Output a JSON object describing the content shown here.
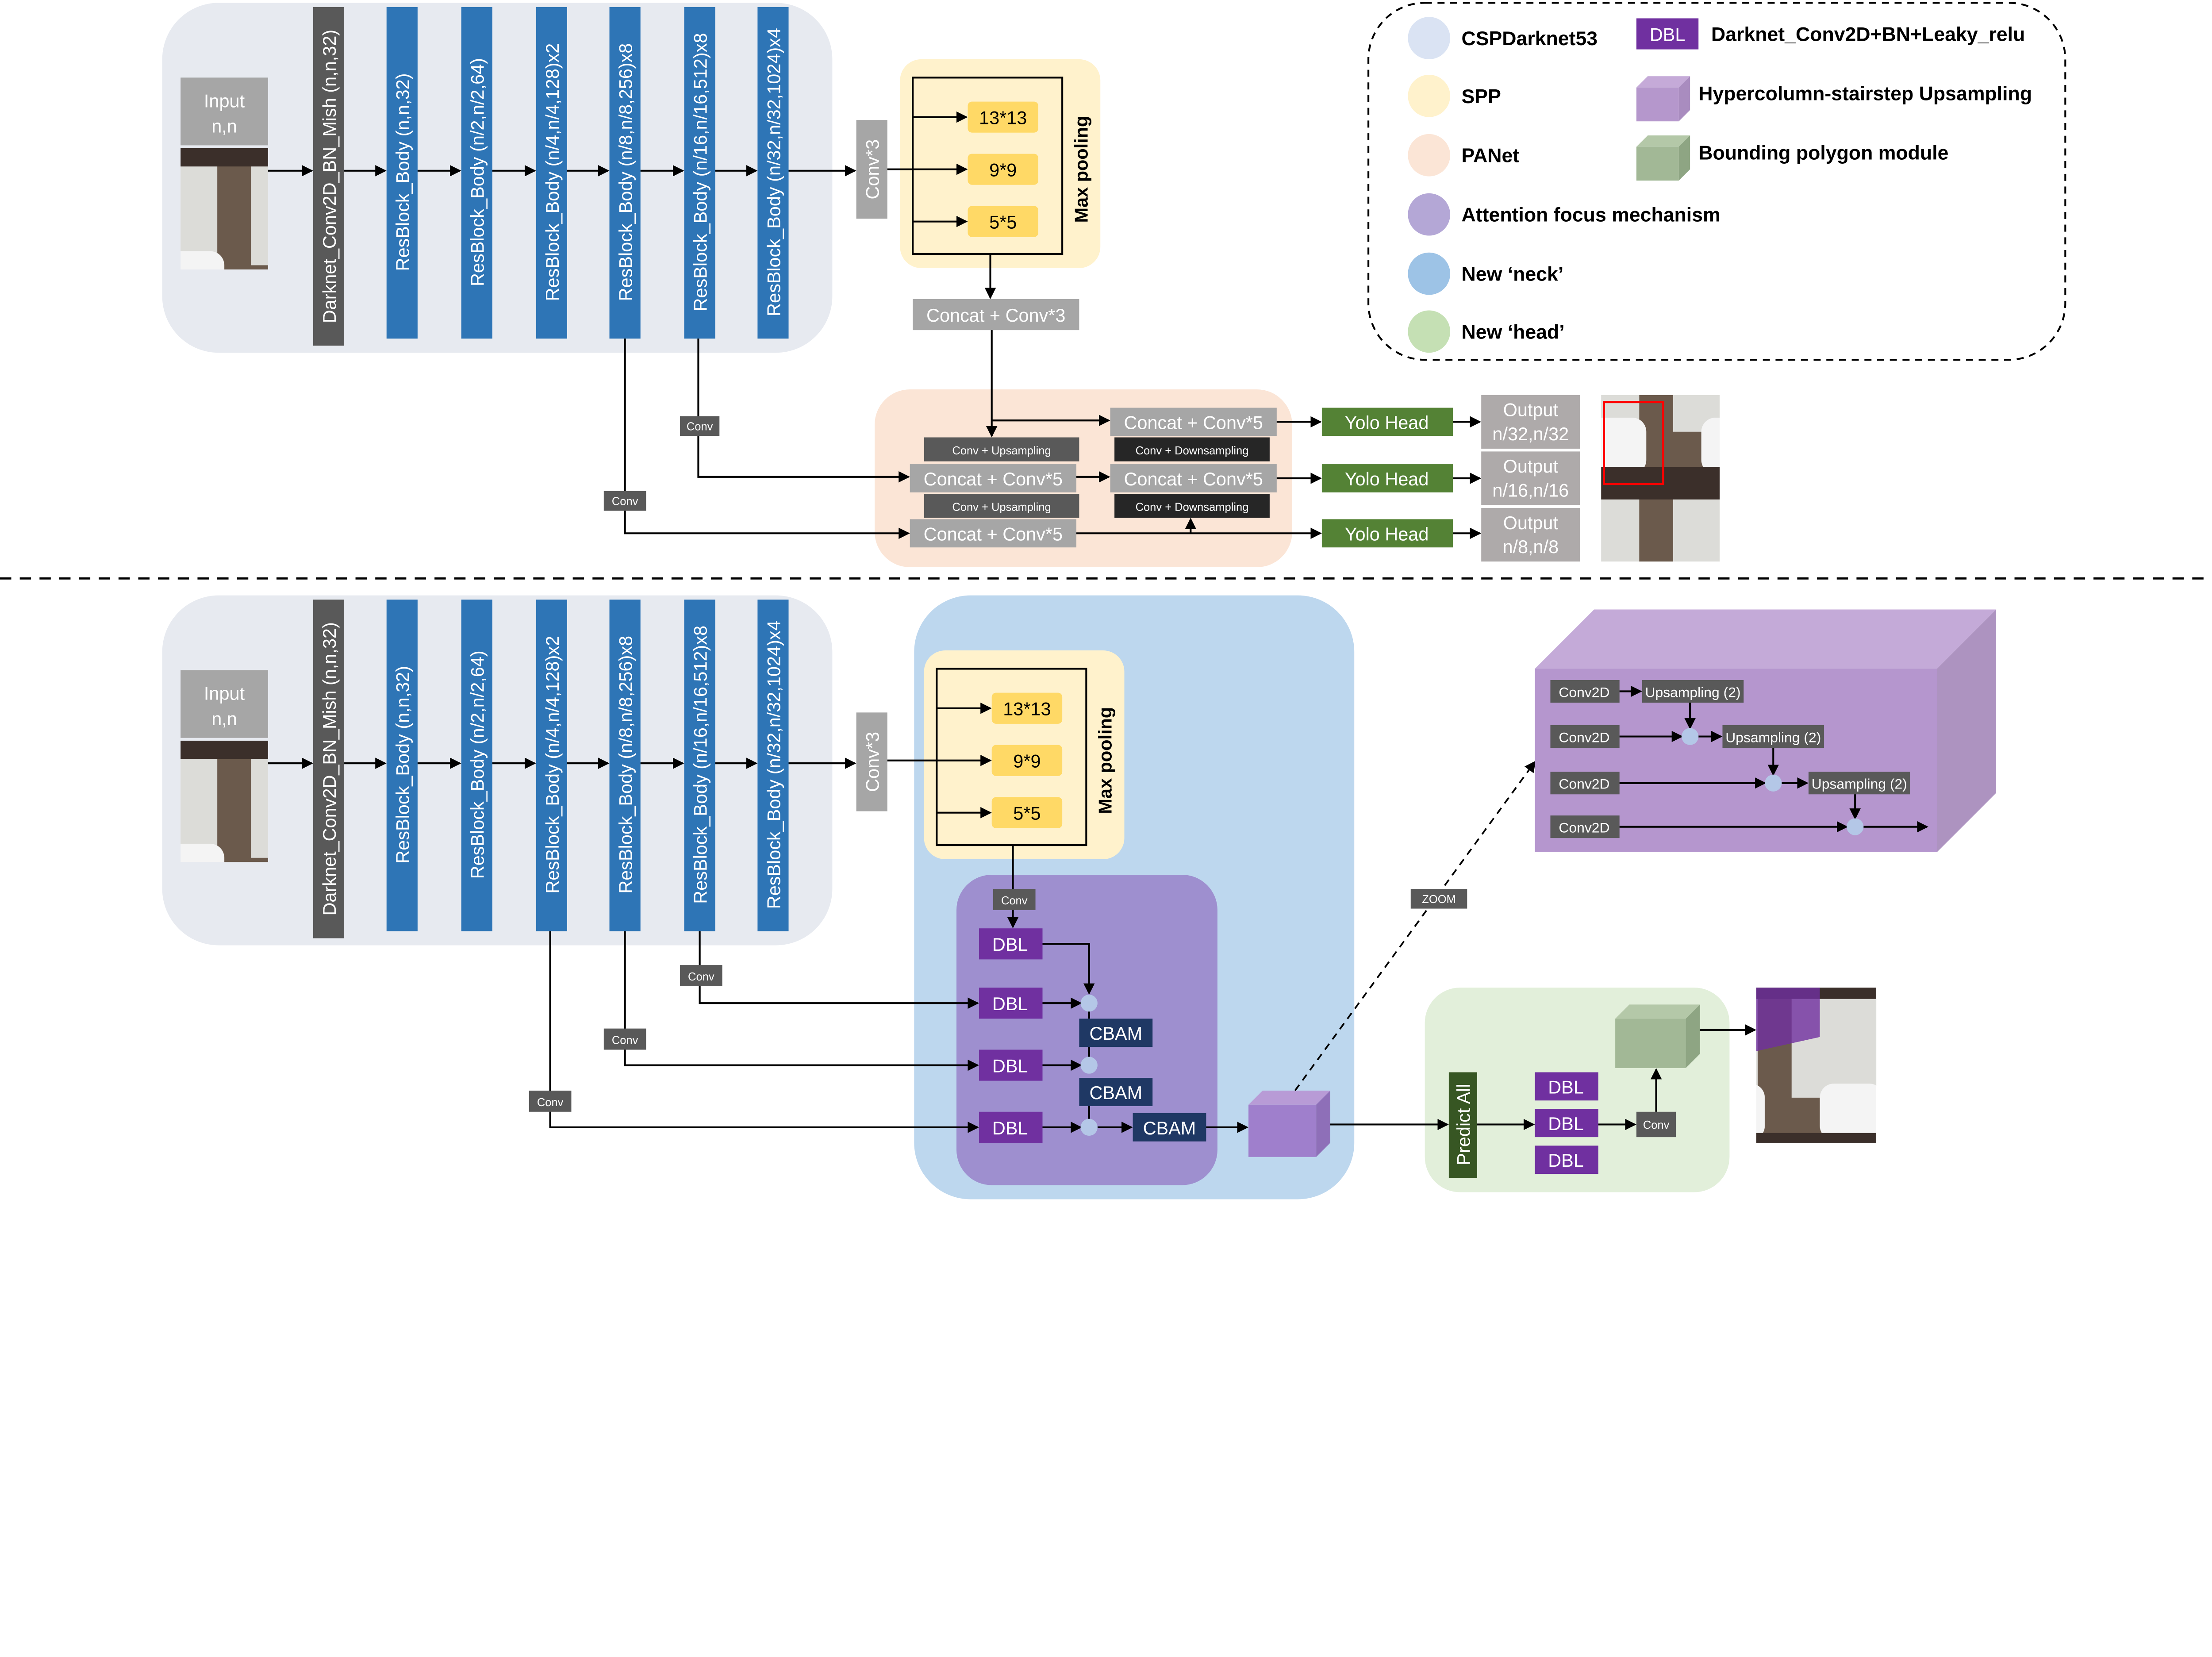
{
  "backbone": {
    "input": [
      "Input",
      "n,n"
    ],
    "darknet": "Darknet_Conv2D_BN_Mish (n,n,32)",
    "resblocks": [
      "ResBlock_Body (n,n,32)",
      "ResBlock_Body (n/2,n/2,64)",
      "ResBlock_Body (n/4,n/4,128)x2",
      "ResBlock_Body (n/8,n/8,256)x8",
      "ResBlock_Body (n/16,n/16,512)x8",
      "ResBlock_Body (n/32,n/32,1024)x4"
    ],
    "conv3": "Conv*3"
  },
  "spp": {
    "pools": [
      "13*13",
      "9*9",
      "5*5"
    ],
    "label": "Max pooling"
  },
  "top": {
    "concat_conv3": "Concat + Conv*3",
    "concat_conv5": "Concat + Conv*5",
    "conv_upsampling": "Conv + Upsampling",
    "conv_downsampling": "Conv + Downsampling",
    "conv": "Conv",
    "yolo_head": "Yolo Head",
    "outputs": [
      [
        "Output",
        "n/32,n/32"
      ],
      [
        "Output",
        "n/16,n/16"
      ],
      [
        "Output",
        "n/8,n/8"
      ]
    ]
  },
  "legend": {
    "items": [
      {
        "label": "CSPDarknet53",
        "color": "#dae3f3"
      },
      {
        "label": "SPP",
        "color": "#fff2cc"
      },
      {
        "label": "PANet",
        "color": "#fbe5d6"
      },
      {
        "label": "Attention focus mechanism",
        "color": "#b4a7d6"
      },
      {
        "label": "New ‘neck’",
        "color": "#9dc3e6"
      },
      {
        "label": "New ‘head’",
        "color": "#c5e0b4"
      }
    ],
    "dbl_tag": "DBL",
    "dbl_desc": "Darknet_Conv2D+BN+Leaky_relu",
    "upsampling_desc": "Hypercolumn-stairstep Upsampling",
    "bbox_desc": "Bounding polygon module"
  },
  "bottom": {
    "conv": "Conv",
    "dbl": "DBL",
    "cbam": "CBAM",
    "zoom": "ZOOM",
    "conv2d": "Conv2D",
    "upsampling": "Upsampling (2)",
    "predict_all": "Predict All"
  },
  "colors": {
    "resblock": "#2e75b6",
    "dbl": "#7030a0",
    "cbam": "#1f3864",
    "yolo": "#548235"
  }
}
